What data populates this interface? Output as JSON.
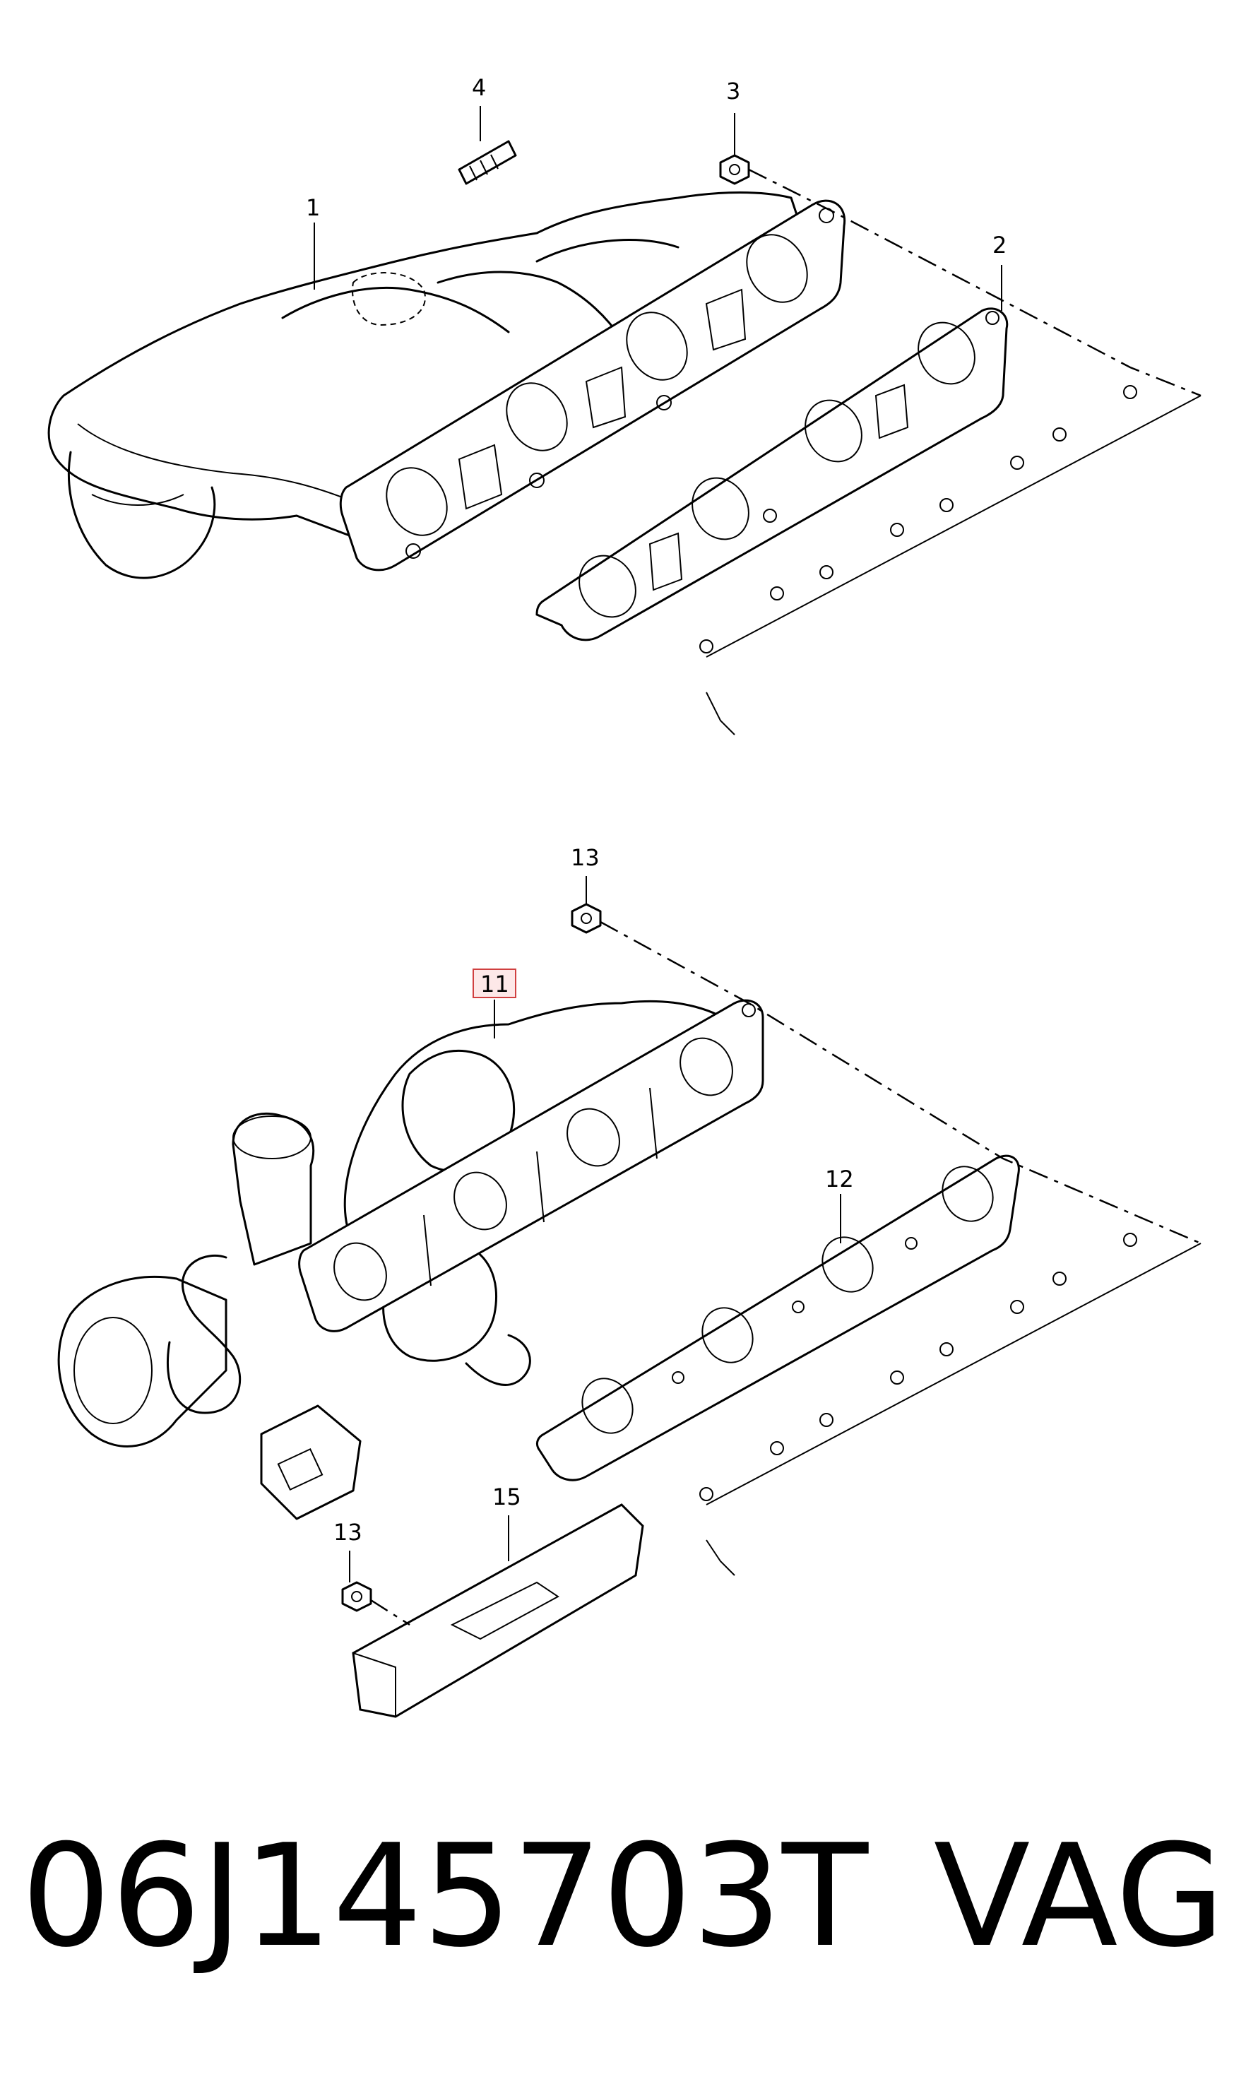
{
  "callouts_top": [
    "1",
    "2",
    "3",
    "4"
  ],
  "callouts_bottom": [
    "11",
    "12",
    "13",
    "13",
    "15"
  ],
  "highlighted_callout": "11",
  "footer": {
    "part_number": "06J145703T",
    "brand": "VAG"
  },
  "colors": {
    "line": "#000000",
    "highlight_border": "#d04040",
    "highlight_fill": "#fde8e8"
  }
}
